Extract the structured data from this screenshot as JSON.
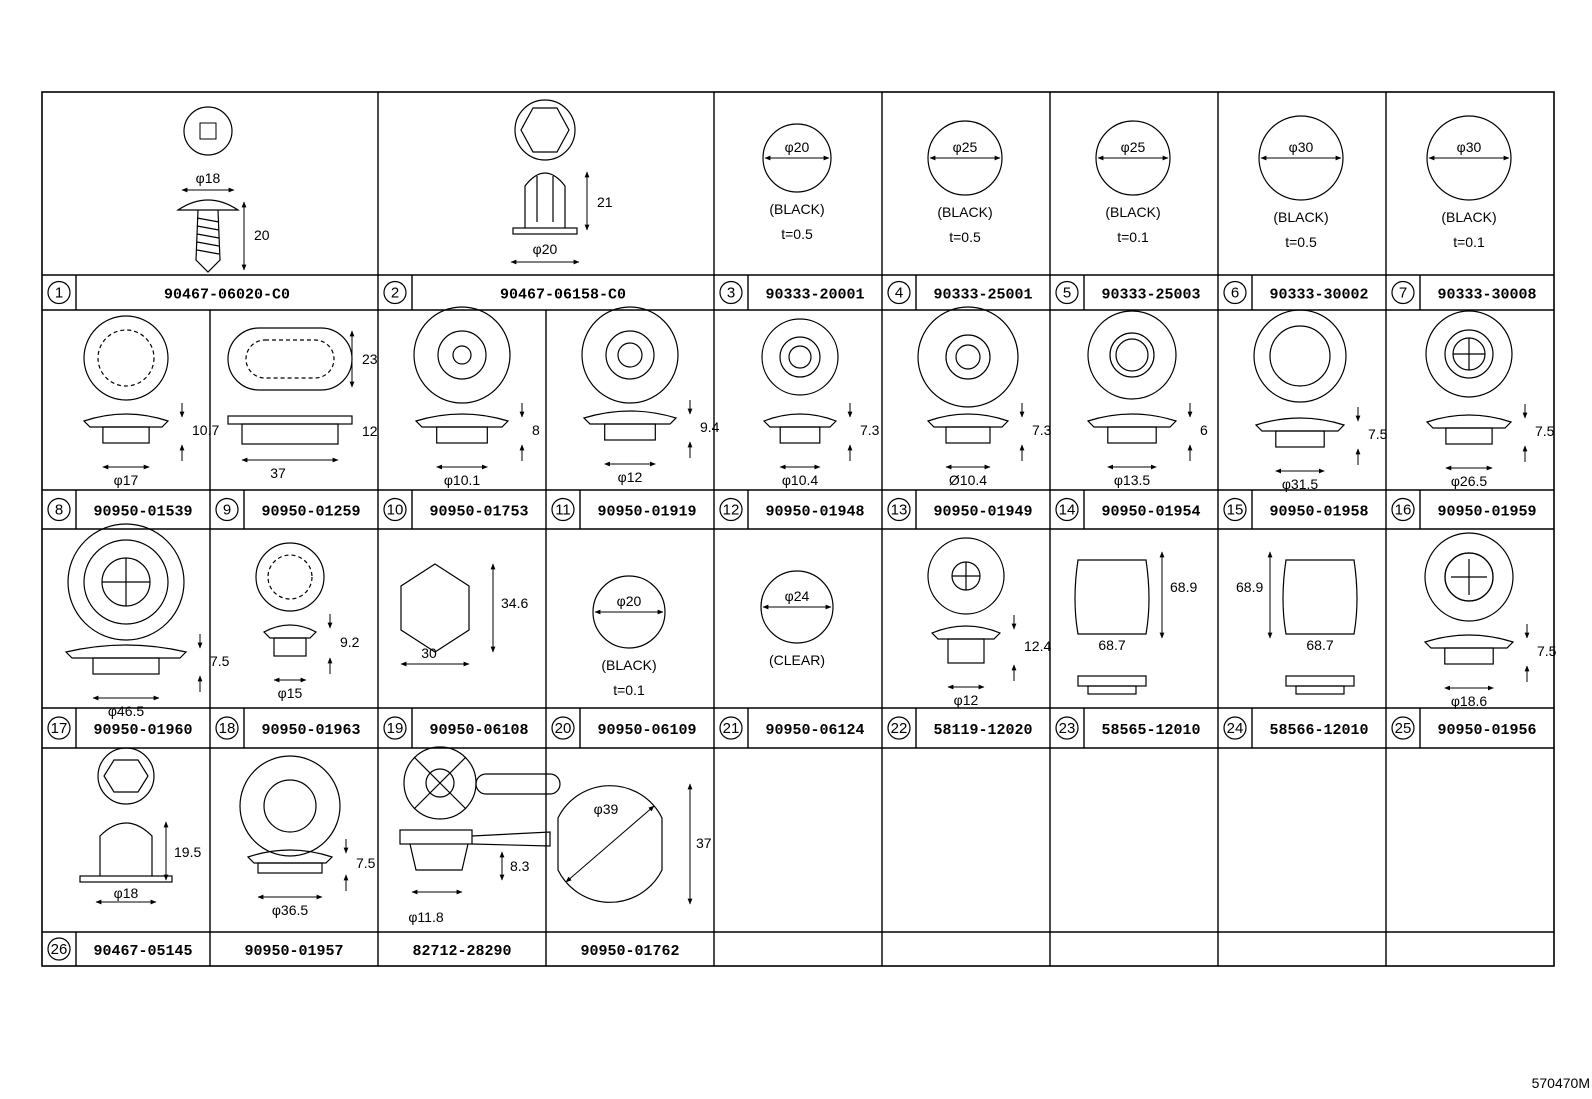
{
  "drawing_code": "570470M",
  "parts": [
    {
      "no": "1",
      "part_number": "90467-06020-C0",
      "dims": [
        "φ18",
        "20"
      ]
    },
    {
      "no": "2",
      "part_number": "90467-06158-C0",
      "dims": [
        "21",
        "φ20"
      ]
    },
    {
      "no": "3",
      "part_number": "90333-20001",
      "dims": [
        "φ20"
      ],
      "color": "(BLACK)",
      "thickness": "t=0.5"
    },
    {
      "no": "4",
      "part_number": "90333-25001",
      "dims": [
        "φ25"
      ],
      "color": "(BLACK)",
      "thickness": "t=0.5"
    },
    {
      "no": "5",
      "part_number": "90333-25003",
      "dims": [
        "φ25"
      ],
      "color": "(BLACK)",
      "thickness": "t=0.1"
    },
    {
      "no": "6",
      "part_number": "90333-30002",
      "dims": [
        "φ30"
      ],
      "color": "(BLACK)",
      "thickness": "t=0.5"
    },
    {
      "no": "7",
      "part_number": "90333-30008",
      "dims": [
        "φ30"
      ],
      "color": "(BLACK)",
      "thickness": "t=0.1"
    },
    {
      "no": "8",
      "part_number": "90950-01539",
      "dims": [
        "10.7",
        "φ17"
      ]
    },
    {
      "no": "9",
      "part_number": "90950-01259",
      "dims": [
        "23",
        "12",
        "37"
      ]
    },
    {
      "no": "10",
      "part_number": "90950-01753",
      "dims": [
        "8",
        "φ10.1"
      ]
    },
    {
      "no": "11",
      "part_number": "90950-01919",
      "dims": [
        "9.4",
        "φ12"
      ]
    },
    {
      "no": "12",
      "part_number": "90950-01948",
      "dims": [
        "7.3",
        "φ10.4"
      ]
    },
    {
      "no": "13",
      "part_number": "90950-01949",
      "dims": [
        "7.3",
        "Ø10.4"
      ]
    },
    {
      "no": "14",
      "part_number": "90950-01954",
      "dims": [
        "6",
        "φ13.5"
      ]
    },
    {
      "no": "15",
      "part_number": "90950-01958",
      "dims": [
        "7.5",
        "φ31.5"
      ]
    },
    {
      "no": "16",
      "part_number": "90950-01959",
      "dims": [
        "7.5",
        "φ26.5"
      ]
    },
    {
      "no": "17",
      "part_number": "90950-01960",
      "dims": [
        "7.5",
        "φ46.5"
      ]
    },
    {
      "no": "18",
      "part_number": "90950-01963",
      "dims": [
        "9.2",
        "φ15"
      ]
    },
    {
      "no": "19",
      "part_number": "90950-06108",
      "dims": [
        "34.6",
        "30"
      ]
    },
    {
      "no": "20",
      "part_number": "90950-06109",
      "dims": [
        "φ20"
      ],
      "color": "(BLACK)",
      "thickness": "t=0.1"
    },
    {
      "no": "21",
      "part_number": "90950-06124",
      "dims": [
        "φ24"
      ],
      "color": "(CLEAR)"
    },
    {
      "no": "22",
      "part_number": "58119-12020",
      "dims": [
        "12.4",
        "φ12"
      ]
    },
    {
      "no": "23",
      "part_number": "58565-12010",
      "dims": [
        "68.9",
        "68.7"
      ]
    },
    {
      "no": "24",
      "part_number": "58566-12010",
      "dims": [
        "68.9",
        "68.7"
      ]
    },
    {
      "no": "25",
      "part_number": "90950-01956",
      "dims": [
        "7.5",
        "φ18.6"
      ]
    },
    {
      "no": "26",
      "part_number": "90467-05145",
      "dims": [
        "19.5",
        "φ18"
      ]
    },
    {
      "no": "",
      "part_number": "90950-01957",
      "dims": [
        "7.5",
        "φ36.5"
      ]
    },
    {
      "no": "",
      "part_number": "82712-28290",
      "dims": [
        "8.3",
        "φ11.8"
      ]
    },
    {
      "no": "",
      "part_number": "90950-01762",
      "dims": [
        "φ39",
        "37"
      ]
    }
  ]
}
